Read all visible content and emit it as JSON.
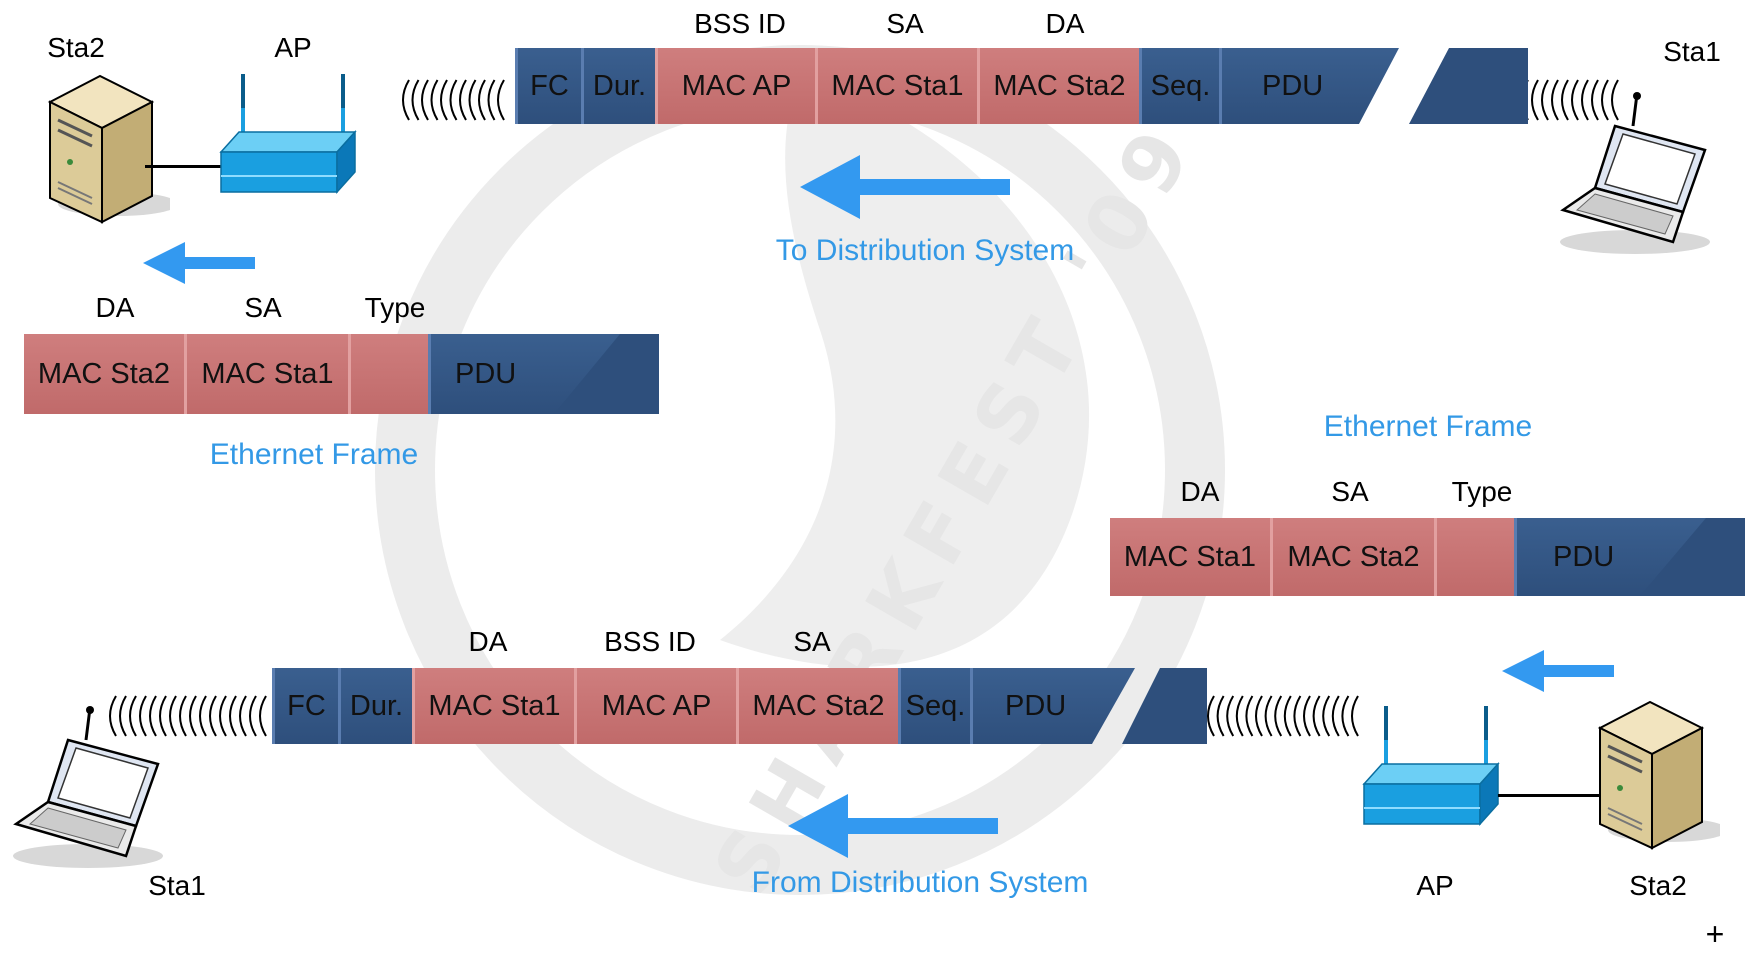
{
  "colors": {
    "header_blue": "#2e4f7c",
    "header_red": "#c77373",
    "arrow": "#3399f0",
    "caption": "#3399e6",
    "ap_blue": "#1a9fe0"
  },
  "watermark": {
    "text": "SHARKFEST '09"
  },
  "top_section": {
    "caption": "To Distribution System",
    "station_left": {
      "label": "Sta2",
      "icon": "server-icon"
    },
    "ap": {
      "label": "AP",
      "icon": "access-point-icon"
    },
    "station_right": {
      "label": "Sta1",
      "icon": "laptop-icon"
    },
    "wifi_frame": {
      "field_labels": {
        "bss_id": "BSS ID",
        "sa": "SA",
        "da": "DA"
      },
      "fields": {
        "fc": "FC",
        "dur": "Dur.",
        "addr1": "MAC AP",
        "addr2": "MAC Sta1",
        "addr3": "MAC Sta2",
        "seq": "Seq.",
        "pdu": "PDU"
      }
    },
    "ethernet_frame": {
      "caption": "Ethernet Frame",
      "field_labels": {
        "da": "DA",
        "sa": "SA",
        "type": "Type"
      },
      "fields": {
        "da": "MAC Sta2",
        "sa": "MAC Sta1",
        "type": "",
        "pdu": "PDU"
      }
    }
  },
  "bottom_section": {
    "caption": "From Distribution System",
    "station_left": {
      "label": "Sta1",
      "icon": "laptop-icon"
    },
    "ap": {
      "label": "AP",
      "icon": "access-point-icon"
    },
    "station_right": {
      "label": "Sta2",
      "icon": "server-icon"
    },
    "wifi_frame": {
      "field_labels": {
        "da": "DA",
        "bss_id": "BSS ID",
        "sa": "SA"
      },
      "fields": {
        "fc": "FC",
        "dur": "Dur.",
        "addr1": "MAC Sta1",
        "addr2": "MAC AP",
        "addr3": "MAC Sta2",
        "seq": "Seq.",
        "pdu": "PDU"
      }
    },
    "ethernet_frame": {
      "caption": "Ethernet Frame",
      "field_labels": {
        "da": "DA",
        "sa": "SA",
        "type": "Type"
      },
      "fields": {
        "da": "MAC Sta1",
        "sa": "MAC Sta2",
        "type": "",
        "pdu": "PDU"
      }
    }
  },
  "corner_mark": "+"
}
